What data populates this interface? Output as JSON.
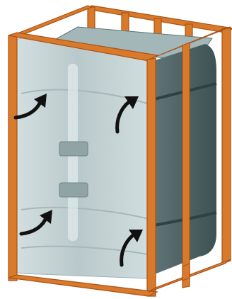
{
  "illustration": {
    "subject": "appliance-in-wood-frame",
    "colors": {
      "background": "#ffffff",
      "wood_fill": "#d97a2b",
      "wood_dark": "#a8531a",
      "wood_light": "#eea25a",
      "tank_front": "#b9c9cb",
      "tank_front_light": "#d3dfe0",
      "tank_side": "#5f7476",
      "tank_side_dark": "#3e5153",
      "tank_top": "#a3b7b9",
      "arrow": "#111111"
    },
    "arrows": [
      {
        "name": "top-left",
        "direction": "up-right"
      },
      {
        "name": "top-right",
        "direction": "up"
      },
      {
        "name": "bottom-left",
        "direction": "up-right"
      },
      {
        "name": "bottom-right",
        "direction": "up"
      }
    ]
  }
}
